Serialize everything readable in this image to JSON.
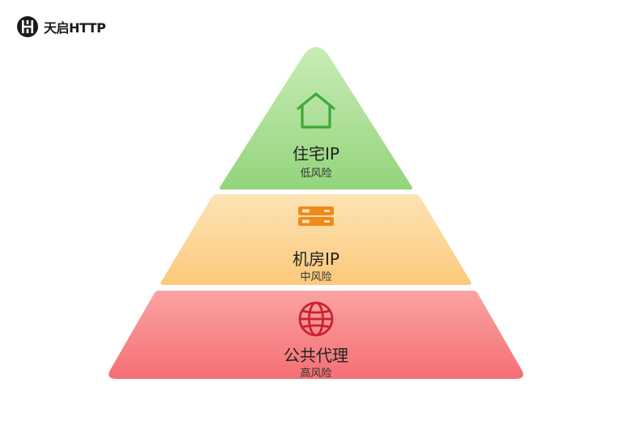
{
  "brand": {
    "name": "天启HTTP"
  },
  "tiers": [
    {
      "title": "住宅IP",
      "risk": "低风险",
      "icon": "house-icon",
      "color_top": "#c9ecb6",
      "color_bottom": "#93d47c",
      "icon_color": "#3da83a"
    },
    {
      "title": "机房IP",
      "risk": "中风险",
      "icon": "server-icon",
      "color_top": "#fde3b6",
      "color_bottom": "#fbc97a",
      "icon_color": "#ee8a1a"
    },
    {
      "title": "公共代理",
      "risk": "高风险",
      "icon": "globe-icon",
      "color_top": "#fba3a3",
      "color_bottom": "#f46f73",
      "icon_color": "#c8242e"
    }
  ]
}
